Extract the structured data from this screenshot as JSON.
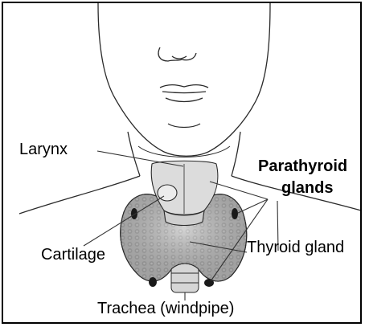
{
  "labels": {
    "larynx": "Larynx",
    "parathyroid_line1": "Parathyroid",
    "parathyroid_line2": "glands",
    "cartilage": "Cartilage",
    "thyroid_gland": "Thyroid gland",
    "trachea": "Trachea (windpipe)"
  },
  "colors": {
    "outline": "#2a2a2a",
    "thyroid": "#b4b4b4",
    "larynx": "#dcdcdc",
    "parathyroid": "#1a1a1a",
    "leader": "#333333"
  }
}
